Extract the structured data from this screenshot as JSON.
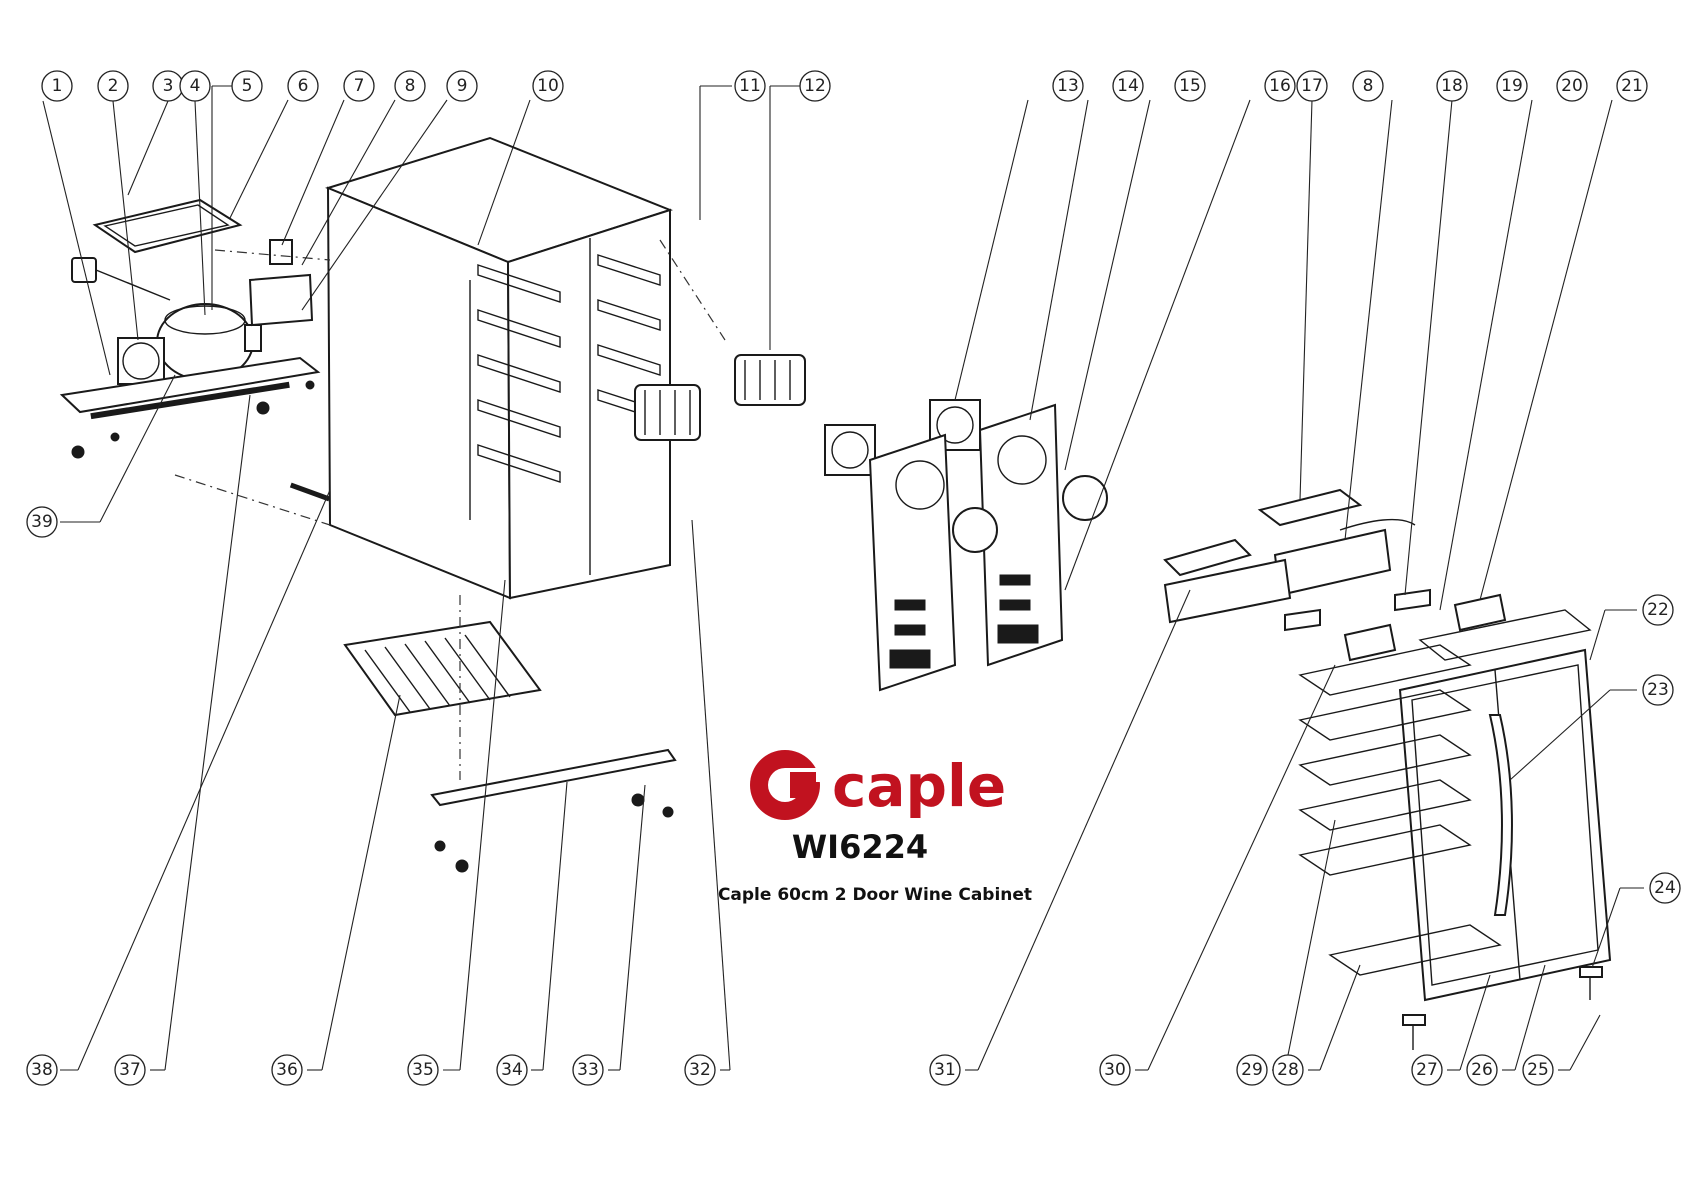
{
  "brand": {
    "name": "caple",
    "color": "#c1121f"
  },
  "model": "WI6224",
  "subtitle": "Caple 60cm 2 Door Wine Cabinet",
  "callouts_top": [
    "1",
    "2",
    "3",
    "4",
    "5",
    "6",
    "7",
    "8",
    "9",
    "10",
    "11",
    "12",
    "13",
    "14",
    "15",
    "16",
    "17",
    "8",
    "18",
    "19",
    "20",
    "21"
  ],
  "callouts_side": [
    "39",
    "22",
    "23",
    "24"
  ],
  "callouts_bottom": [
    "38",
    "37",
    "36",
    "35",
    "34",
    "33",
    "32",
    "31",
    "30",
    "29",
    "28",
    "27",
    "26",
    "25"
  ]
}
